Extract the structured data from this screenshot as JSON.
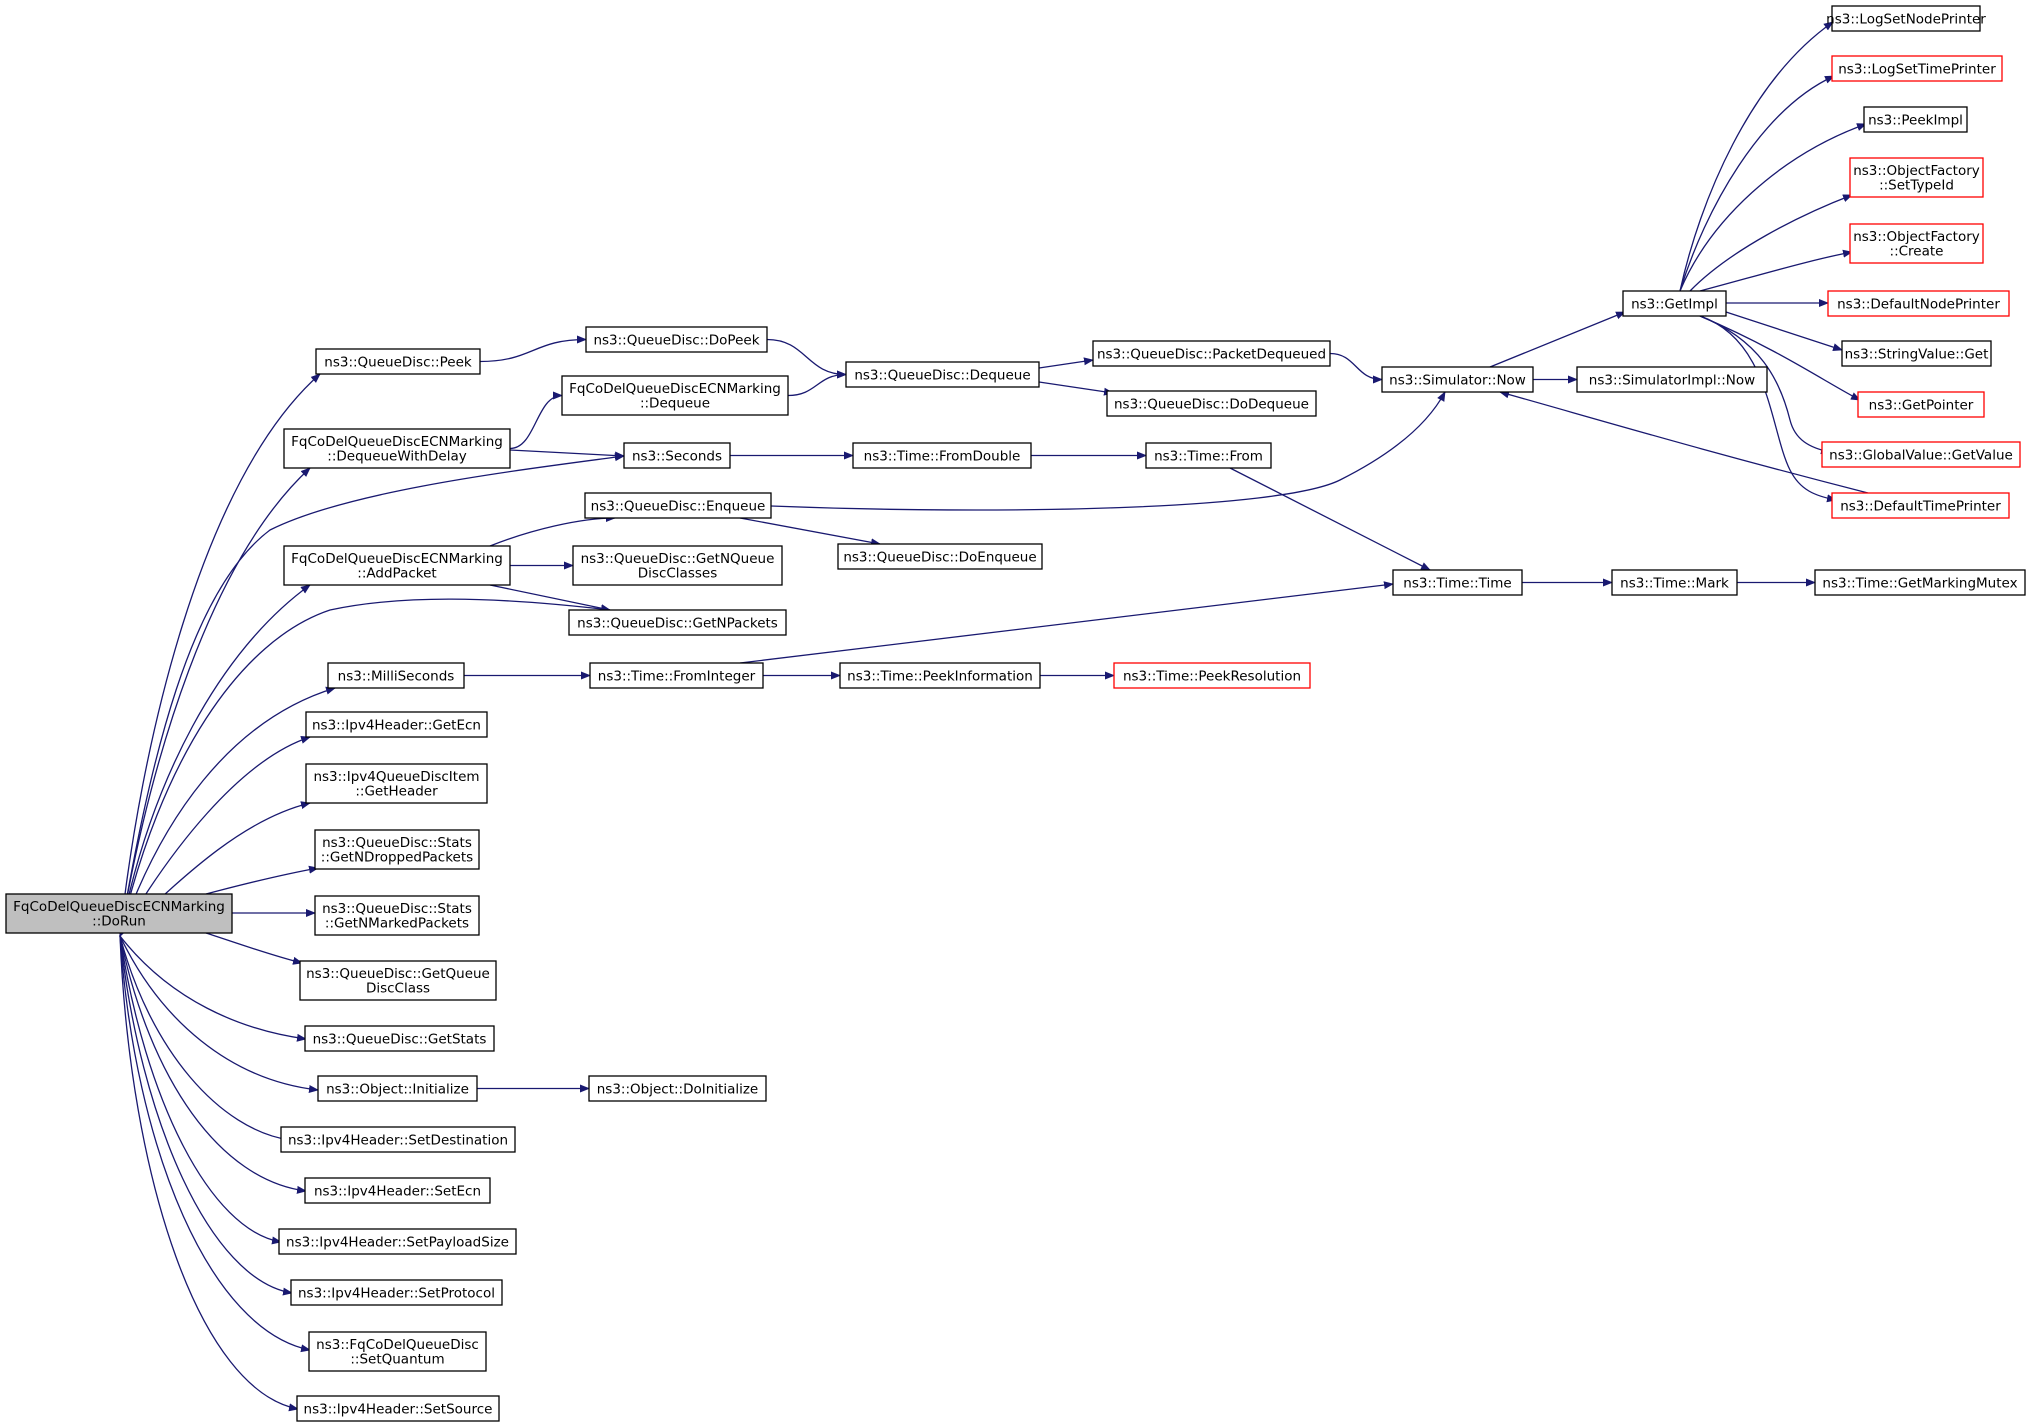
{
  "graph": {
    "colors": {
      "edge": "#191970",
      "normal_border": "#000000",
      "truncated_border": "#ff0000",
      "root_fill": "#bfbfbf"
    },
    "nodes": [
      {
        "id": "dorun",
        "lines": [
          "FqCoDelQueueDiscECNMarking",
          "::DoRun"
        ],
        "style": "root"
      },
      {
        "id": "peek",
        "lines": [
          "ns3::QueueDisc::Peek"
        ],
        "style": "normal"
      },
      {
        "id": "dequeuewithdelay",
        "lines": [
          "FqCoDelQueueDiscECNMarking",
          "::DequeueWithDelay"
        ],
        "style": "normal"
      },
      {
        "id": "addpacket",
        "lines": [
          "FqCoDelQueueDiscECNMarking",
          "::AddPacket"
        ],
        "style": "normal"
      },
      {
        "id": "milliseconds",
        "lines": [
          "ns3::MilliSeconds"
        ],
        "style": "normal"
      },
      {
        "id": "getecn",
        "lines": [
          "ns3::Ipv4Header::GetEcn"
        ],
        "style": "normal"
      },
      {
        "id": "getheader",
        "lines": [
          "ns3::Ipv4QueueDiscItem",
          "::GetHeader"
        ],
        "style": "normal"
      },
      {
        "id": "getndropped",
        "lines": [
          "ns3::QueueDisc::Stats",
          "::GetNDroppedPackets"
        ],
        "style": "normal"
      },
      {
        "id": "getnmarked",
        "lines": [
          "ns3::QueueDisc::Stats",
          "::GetNMarkedPackets"
        ],
        "style": "normal"
      },
      {
        "id": "getqueuediscclass",
        "lines": [
          "ns3::QueueDisc::GetQueue",
          "DiscClass"
        ],
        "style": "normal"
      },
      {
        "id": "getstats",
        "lines": [
          "ns3::QueueDisc::GetStats"
        ],
        "style": "normal"
      },
      {
        "id": "initialize",
        "lines": [
          "ns3::Object::Initialize"
        ],
        "style": "normal"
      },
      {
        "id": "setdestination",
        "lines": [
          "ns3::Ipv4Header::SetDestination"
        ],
        "style": "normal"
      },
      {
        "id": "setecn",
        "lines": [
          "ns3::Ipv4Header::SetEcn"
        ],
        "style": "normal"
      },
      {
        "id": "setpayloadsize",
        "lines": [
          "ns3::Ipv4Header::SetPayloadSize"
        ],
        "style": "normal"
      },
      {
        "id": "setprotocol",
        "lines": [
          "ns3::Ipv4Header::SetProtocol"
        ],
        "style": "normal"
      },
      {
        "id": "setquantum",
        "lines": [
          "ns3::FqCoDelQueueDisc",
          "::SetQuantum"
        ],
        "style": "normal"
      },
      {
        "id": "setsource",
        "lines": [
          "ns3::Ipv4Header::SetSource"
        ],
        "style": "normal"
      },
      {
        "id": "dopeek",
        "lines": [
          "ns3::QueueDisc::DoPeek"
        ],
        "style": "normal"
      },
      {
        "id": "ecndequeue",
        "lines": [
          "FqCoDelQueueDiscECNMarking",
          "::Dequeue"
        ],
        "style": "normal"
      },
      {
        "id": "seconds",
        "lines": [
          "ns3::Seconds"
        ],
        "style": "normal"
      },
      {
        "id": "enqueue",
        "lines": [
          "ns3::QueueDisc::Enqueue"
        ],
        "style": "normal"
      },
      {
        "id": "getnqueuediscclasses",
        "lines": [
          "ns3::QueueDisc::GetNQueue",
          "DiscClasses"
        ],
        "style": "normal"
      },
      {
        "id": "getnpackets",
        "lines": [
          "ns3::QueueDisc::GetNPackets"
        ],
        "style": "normal"
      },
      {
        "id": "fromintegerfn",
        "lines": [
          "ns3::Time::FromInteger"
        ],
        "style": "normal"
      },
      {
        "id": "doinitialize",
        "lines": [
          "ns3::Object::DoInitialize"
        ],
        "style": "normal"
      },
      {
        "id": "dequeue",
        "lines": [
          "ns3::QueueDisc::Dequeue"
        ],
        "style": "normal"
      },
      {
        "id": "fromdouble",
        "lines": [
          "ns3::Time::FromDouble"
        ],
        "style": "normal"
      },
      {
        "id": "doenqueue",
        "lines": [
          "ns3::QueueDisc::DoEnqueue"
        ],
        "style": "normal"
      },
      {
        "id": "peekinformation",
        "lines": [
          "ns3::Time::PeekInformation"
        ],
        "style": "normal"
      },
      {
        "id": "packetdequeued",
        "lines": [
          "ns3::QueueDisc::PacketDequeued"
        ],
        "style": "normal"
      },
      {
        "id": "dodequeue",
        "lines": [
          "ns3::QueueDisc::DoDequeue"
        ],
        "style": "normal"
      },
      {
        "id": "timefrom",
        "lines": [
          "ns3::Time::From"
        ],
        "style": "normal"
      },
      {
        "id": "peekresolution",
        "lines": [
          "ns3::Time::PeekResolution"
        ],
        "style": "truncated"
      },
      {
        "id": "simnow",
        "lines": [
          "ns3::Simulator::Now"
        ],
        "style": "normal"
      },
      {
        "id": "timetime",
        "lines": [
          "ns3::Time::Time"
        ],
        "style": "normal"
      },
      {
        "id": "getimpl",
        "lines": [
          "ns3::GetImpl"
        ],
        "style": "normal"
      },
      {
        "id": "simimplnow",
        "lines": [
          "ns3::SimulatorImpl::Now"
        ],
        "style": "normal"
      },
      {
        "id": "timemark",
        "lines": [
          "ns3::Time::Mark"
        ],
        "style": "normal"
      },
      {
        "id": "logsetnode",
        "lines": [
          "ns3::LogSetNodePrinter"
        ],
        "style": "normal"
      },
      {
        "id": "logsettime",
        "lines": [
          "ns3::LogSetTimePrinter"
        ],
        "style": "truncated"
      },
      {
        "id": "peekimpl",
        "lines": [
          "ns3::PeekImpl"
        ],
        "style": "normal"
      },
      {
        "id": "settypeid",
        "lines": [
          "ns3::ObjectFactory",
          "::SetTypeId"
        ],
        "style": "truncated"
      },
      {
        "id": "ofcreate",
        "lines": [
          "ns3::ObjectFactory",
          "::Create"
        ],
        "style": "truncated"
      },
      {
        "id": "defnodeprinter",
        "lines": [
          "ns3::DefaultNodePrinter"
        ],
        "style": "truncated"
      },
      {
        "id": "stringvalueget",
        "lines": [
          "ns3::StringValue::Get"
        ],
        "style": "normal"
      },
      {
        "id": "getpointer",
        "lines": [
          "ns3::GetPointer"
        ],
        "style": "truncated"
      },
      {
        "id": "globalvalueget",
        "lines": [
          "ns3::GlobalValue::GetValue"
        ],
        "style": "truncated"
      },
      {
        "id": "deftimeprinter",
        "lines": [
          "ns3::DefaultTimePrinter"
        ],
        "style": "truncated"
      },
      {
        "id": "getmarkingmutex",
        "lines": [
          "ns3::Time::GetMarkingMutex"
        ],
        "style": "normal"
      }
    ],
    "edges": [
      [
        "dorun",
        "peek"
      ],
      [
        "dorun",
        "dequeuewithdelay"
      ],
      [
        "dorun",
        "seconds"
      ],
      [
        "dorun",
        "addpacket"
      ],
      [
        "dorun",
        "getnpackets"
      ],
      [
        "dorun",
        "milliseconds"
      ],
      [
        "dorun",
        "getecn"
      ],
      [
        "dorun",
        "getheader"
      ],
      [
        "dorun",
        "getndropped"
      ],
      [
        "dorun",
        "getnmarked"
      ],
      [
        "dorun",
        "getqueuediscclass"
      ],
      [
        "dorun",
        "getstats"
      ],
      [
        "dorun",
        "initialize"
      ],
      [
        "dorun",
        "setdestination"
      ],
      [
        "dorun",
        "setecn"
      ],
      [
        "dorun",
        "setpayloadsize"
      ],
      [
        "dorun",
        "setprotocol"
      ],
      [
        "dorun",
        "setquantum"
      ],
      [
        "dorun",
        "setsource"
      ],
      [
        "peek",
        "dopeek"
      ],
      [
        "dopeek",
        "dequeue"
      ],
      [
        "dequeuewithdelay",
        "ecndequeue"
      ],
      [
        "dequeuewithdelay",
        "seconds"
      ],
      [
        "ecndequeue",
        "dequeue"
      ],
      [
        "dequeue",
        "packetdequeued"
      ],
      [
        "dequeue",
        "dodequeue"
      ],
      [
        "packetdequeued",
        "simnow"
      ],
      [
        "seconds",
        "fromdouble"
      ],
      [
        "fromdouble",
        "timefrom"
      ],
      [
        "timefrom",
        "timetime"
      ],
      [
        "addpacket",
        "enqueue"
      ],
      [
        "addpacket",
        "getnqueuediscclasses"
      ],
      [
        "addpacket",
        "getnpackets"
      ],
      [
        "enqueue",
        "doenqueue"
      ],
      [
        "enqueue",
        "simnow"
      ],
      [
        "milliseconds",
        "fromintegerfn"
      ],
      [
        "fromintegerfn",
        "peekinformation"
      ],
      [
        "fromintegerfn",
        "timetime"
      ],
      [
        "peekinformation",
        "peekresolution"
      ],
      [
        "initialize",
        "doinitialize"
      ],
      [
        "simnow",
        "getimpl"
      ],
      [
        "simnow",
        "simimplnow"
      ],
      [
        "timetime",
        "timemark"
      ],
      [
        "timemark",
        "getmarkingmutex"
      ],
      [
        "getimpl",
        "logsetnode"
      ],
      [
        "getimpl",
        "logsettime"
      ],
      [
        "getimpl",
        "peekimpl"
      ],
      [
        "getimpl",
        "settypeid"
      ],
      [
        "getimpl",
        "ofcreate"
      ],
      [
        "getimpl",
        "defnodeprinter"
      ],
      [
        "getimpl",
        "stringvalueget"
      ],
      [
        "getimpl",
        "getpointer"
      ],
      [
        "getimpl",
        "globalvalueget"
      ],
      [
        "getimpl",
        "deftimeprinter"
      ],
      [
        "deftimeprinter",
        "simnow"
      ]
    ]
  }
}
